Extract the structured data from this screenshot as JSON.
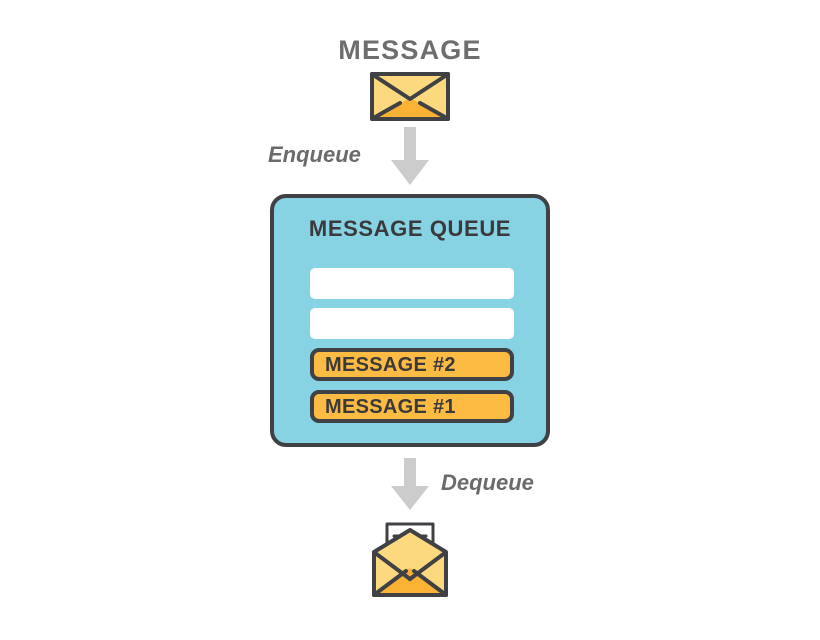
{
  "diagram": {
    "title": "MESSAGE",
    "top_envelope_icon": "closed-envelope-icon",
    "bottom_envelope_icon": "open-envelope-with-letter-icon",
    "enqueue_label": "Enqueue",
    "dequeue_label": "Dequeue",
    "enqueue_arrow_icon": "arrow-down-icon",
    "dequeue_arrow_icon": "arrow-down-icon",
    "queue": {
      "title": "MESSAGE QUEUE",
      "slots": [
        {
          "label": "",
          "filled": false
        },
        {
          "label": "",
          "filled": false
        },
        {
          "label": "MESSAGE #2",
          "filled": true
        },
        {
          "label": "MESSAGE #1",
          "filled": true
        }
      ]
    },
    "colors": {
      "queue_fill": "#87d3e3",
      "outline": "#3f4145",
      "message_fill": "#fcbb42",
      "envelope_light": "#fcd97e",
      "envelope_dark": "#f9b233",
      "arrow_gray": "#cccccc",
      "title_gray": "#6e6e6e",
      "label_gray": "#6b6b6d",
      "slot_empty": "#ffffff"
    }
  }
}
